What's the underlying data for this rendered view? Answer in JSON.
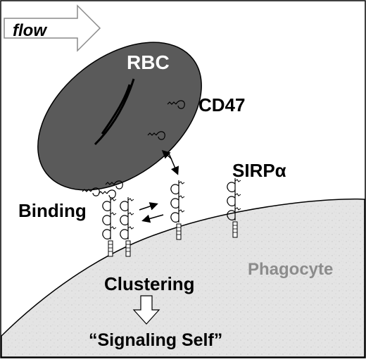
{
  "labels": {
    "flow": "flow",
    "rbc": "RBC",
    "cd47": "CD47",
    "sirpa": "SIRPα",
    "binding": "Binding",
    "phagocyte": "Phagocyte",
    "clustering": "Clustering",
    "signaling_self": "“Signaling Self”"
  },
  "colors": {
    "rbc_fill": "#5a5a5a",
    "phagocyte_fill": "#e4e4e4",
    "phagocyte_text": "#8c8c8c",
    "outline": "#000000",
    "flow_arrow_fill": "#ffffff"
  },
  "icons": {
    "flow_arrow": "right-arrow-outline",
    "down_arrow": "down-arrow-outline"
  }
}
